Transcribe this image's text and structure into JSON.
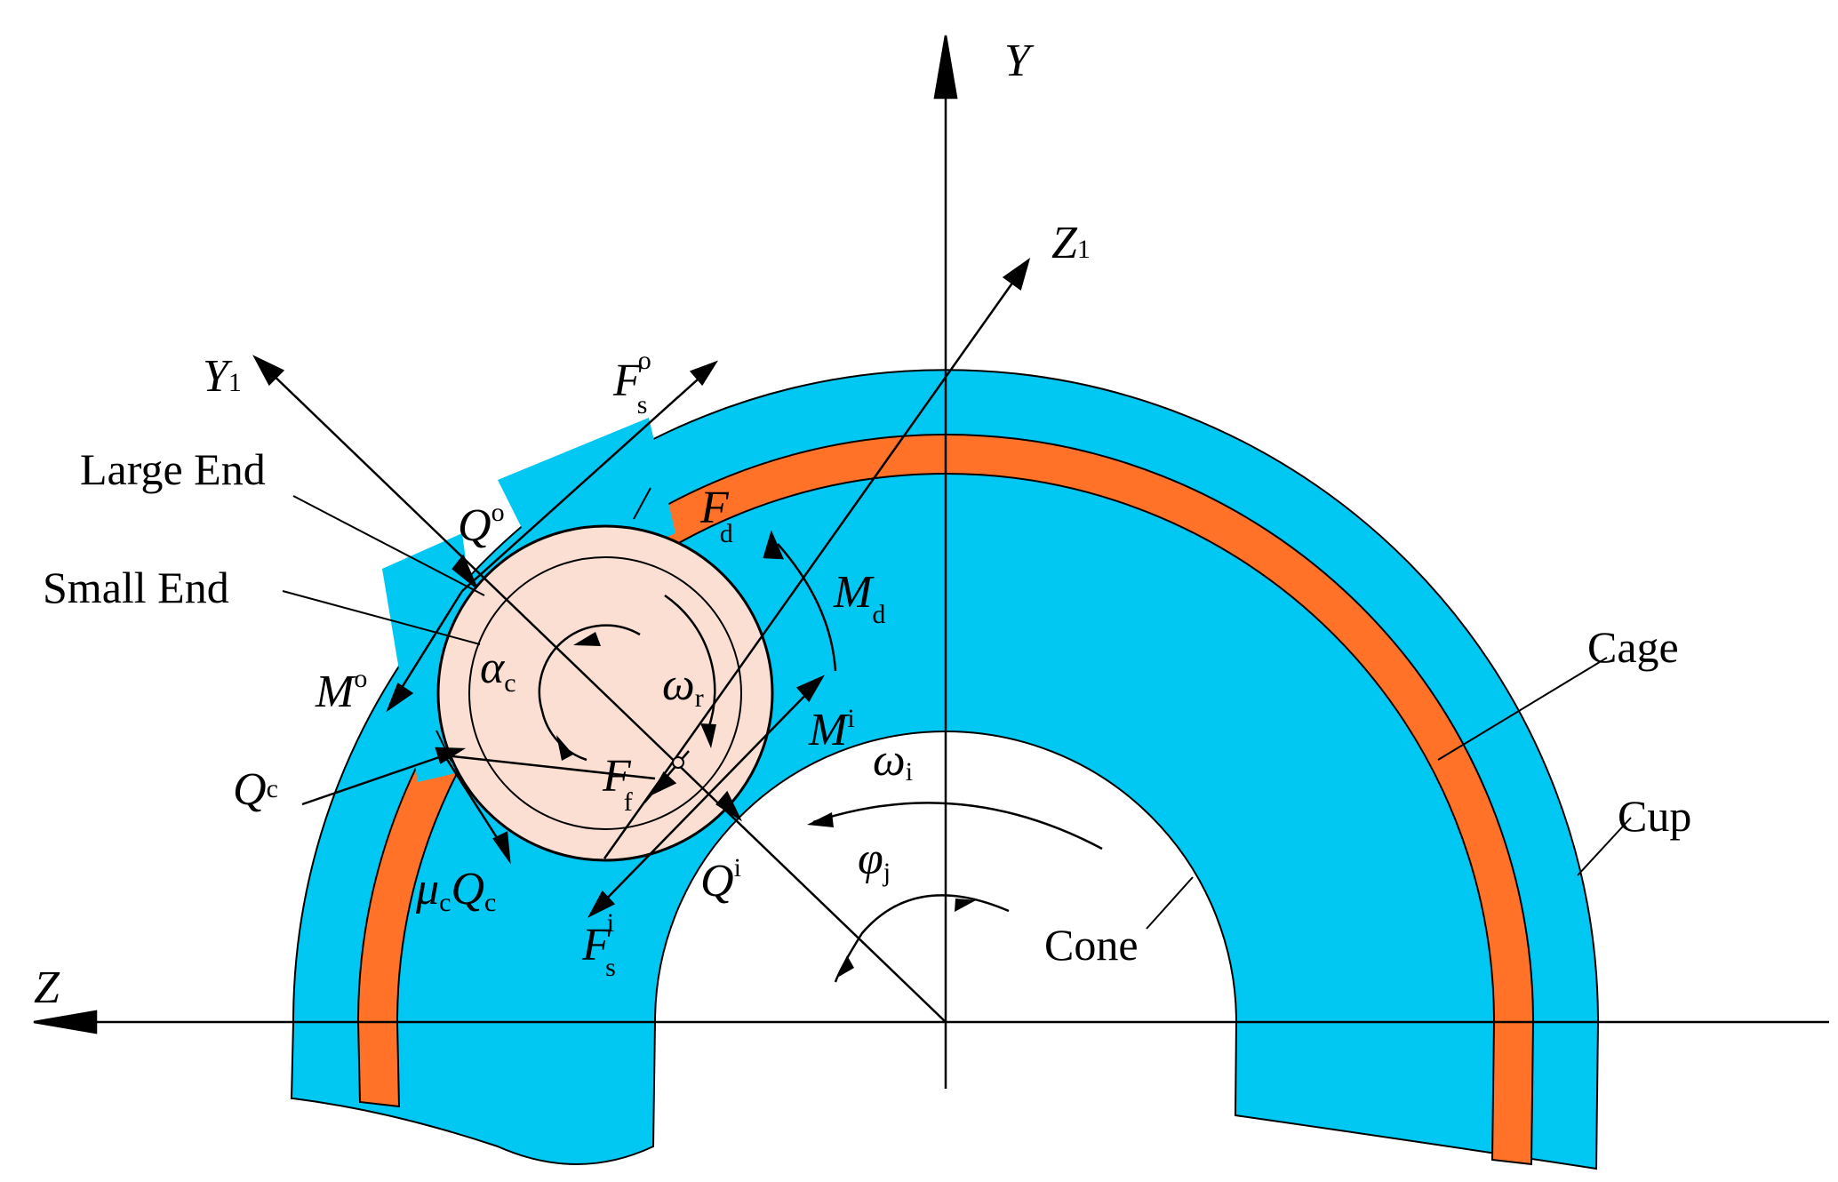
{
  "colors": {
    "ring": "#00c8f2",
    "cage": "#ff7227",
    "roller": "#fbdfd3",
    "line": "#000000",
    "background": "#ffffff"
  },
  "axes": {
    "y": "Y",
    "z": "Z",
    "y1": "Y",
    "y1_sub": "1",
    "z1": "Z",
    "z1_sub": "1"
  },
  "parts": {
    "large_end": "Large End",
    "small_end": "Small End",
    "cage": "Cage",
    "cup": "Cup",
    "cone": "Cone"
  },
  "symbols": {
    "fso": {
      "base": "F",
      "sub": "s",
      "sup": "o"
    },
    "qo": {
      "base": "Q",
      "sup": "o"
    },
    "fd": {
      "base": "F",
      "sub": "d"
    },
    "md": {
      "base": "M",
      "sub": "d"
    },
    "mo": {
      "base": "M",
      "sup": "o"
    },
    "alpha_c": {
      "base": "α",
      "sub": "c"
    },
    "omega_r": {
      "base": "ω",
      "sub": "r"
    },
    "mi": {
      "base": "M",
      "sup": "i"
    },
    "qc": {
      "base": "Q",
      "sub": "c"
    },
    "ff": {
      "base": "F",
      "sub": "f"
    },
    "omega_i": {
      "base": "ω",
      "sub": "i"
    },
    "phi_j": {
      "base": "φ",
      "sub": "j"
    },
    "mu_c_qc": {
      "base": "μ",
      "sub": "c",
      "base2": "Q",
      "sub2": "c"
    },
    "qi": {
      "base": "Q",
      "sup": "i"
    },
    "fsi": {
      "base": "F",
      "sub": "s",
      "sup": "i"
    }
  }
}
